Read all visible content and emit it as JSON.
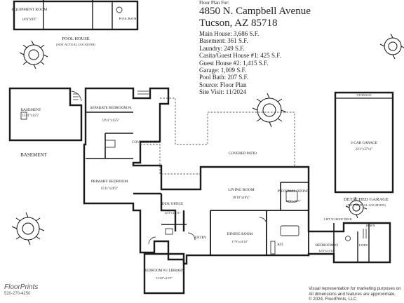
{
  "header": {
    "kicker": "Floor Plan For:",
    "address_line1": "4850 N. Campbell Avenue",
    "address_line2": "Tucson, AZ  85718"
  },
  "facts": [
    "Main House: 3,686 S.F.",
    "Basement: 361 S.F.",
    "Laundry: 249 S.F.",
    "Casita/Guest House #1: 425 S.F.",
    "Guest House #2: 1,415 S.F.",
    "Garage: 1,009 S.F.",
    "Pool Bath: 207 S.F.",
    "Source: Floor Plan",
    "Site Visit: 11/2024"
  ],
  "rooms": {
    "equipment_room": "EQUIPMENT ROOM",
    "equipment_room_dim": "16'6\"x9'3\"",
    "pool_bath": "POOL BATH",
    "pool_house": "POOL HOUSE",
    "pool_house_note": "(NOT ACTUAL LOCATION)",
    "basement_room": "BASEMENT",
    "basement_room_dim": "15'11\"x15'5\"",
    "basement_caption": "BASEMENT",
    "separate_bedroom": "SEPARATE BEDROOM #4",
    "separate_bedroom_dim": "19'11\"x15'5\"",
    "covered_patio_1": "COVERED PATIO",
    "covered_patio_2": "COVERED PATIO",
    "primary_bedroom": "PRIMARY BEDROOM",
    "primary_bedroom_dim": "15'11\"x20'3\"",
    "living_room": "LIVING ROOM",
    "living_room_dim": "28'10\"x18'4\"",
    "informal_dining": "INFORMAL DINING",
    "informal_dining_dim": "10'9\"x16'5\"",
    "den_office": "DEN/ OFFICE",
    "den_office_dim": "12'3\"x14'11\"",
    "entry": "ENTRY",
    "dining_room": "DINING ROOM",
    "dining_room_dim": "17'8\"x14'10\"",
    "kitchen": "KIT.",
    "bedroom_2": "BEDROOM #2",
    "bedroom_2_dim": "12'0\"x13'11\"",
    "laundry": "L'DRY",
    "down": "DOWN",
    "lift_to_roof": "LIFT TO ROOF DECK",
    "bedroom_3": "BEDROOM #3/ LIBRARY",
    "bedroom_3_dim": "13'10\"x15'5\"",
    "storage": "STORAGE",
    "garage": "3-CAR GARAGE",
    "garage_dim": "22'1\"x37'11\"",
    "detached_garage": "DETACHED GARAGE",
    "detached_garage_note": "(NOT ACTUAL LOCATION)"
  },
  "branding": {
    "company": "FloorPrints",
    "phone": "520-270-4250"
  },
  "disclaimer": [
    "Visual representation for marketing purposes on",
    "All dimensions and features are approximate.",
    "© 2024, FloorPrints, LLC"
  ]
}
